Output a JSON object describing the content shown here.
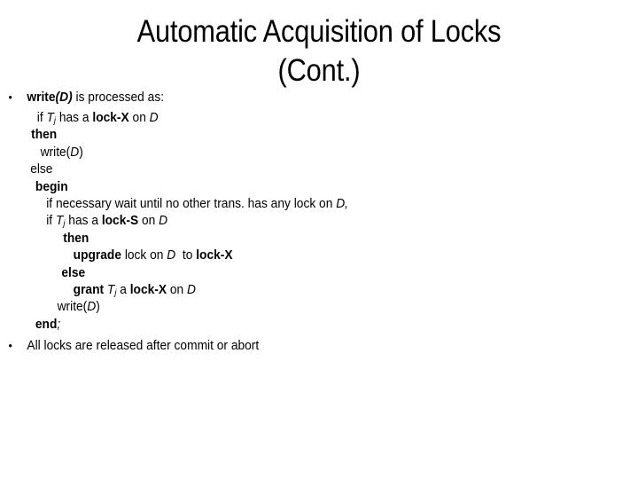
{
  "slide": {
    "title": "Automatic Acquisition of Locks (Cont.)",
    "title_line1": "Automatic Acquisition of Locks",
    "title_line2": "(Cont.)",
    "bullet_glyph": "•",
    "text_color": "#000000",
    "background_color": "#ffffff",
    "bullets": [
      {
        "id": "bullet-write-processed",
        "text": "write(D) is processed as:"
      },
      {
        "id": "bullet-all-locks-released",
        "text": "All locks are released after commit or abort"
      }
    ],
    "code_lines": [
      {
        "id": "line-if-lockx",
        "indent": 1,
        "text": "if Tj has a  lock-X on D"
      },
      {
        "id": "line-then-1",
        "indent": 3,
        "text": "then"
      },
      {
        "id": "line-write-1",
        "indent": 5,
        "text": "write(D)"
      },
      {
        "id": "line-else-1",
        "indent": 2,
        "text": "else"
      },
      {
        "id": "line-begin",
        "indent": 4,
        "text": "begin"
      },
      {
        "id": "line-if-necessary",
        "indent": 6,
        "text": "if necessary wait until no other trans. has any lock on D,"
      },
      {
        "id": "line-if-locks",
        "indent": 6,
        "text": "if Tj has a lock-S on D"
      },
      {
        "id": "line-then-2",
        "indent": 8,
        "text": "then"
      },
      {
        "id": "line-upgrade",
        "indent": 10,
        "text": "upgrade lock on D  to lock-X"
      },
      {
        "id": "line-else-2",
        "indent": 9,
        "text": "else"
      },
      {
        "id": "line-grant",
        "indent": 10,
        "text": "grant Tj a lock-X on D"
      },
      {
        "id": "line-write-2",
        "indent": 7,
        "text": "write(D)"
      },
      {
        "id": "line-end",
        "indent": 4,
        "text": "end;"
      }
    ]
  }
}
